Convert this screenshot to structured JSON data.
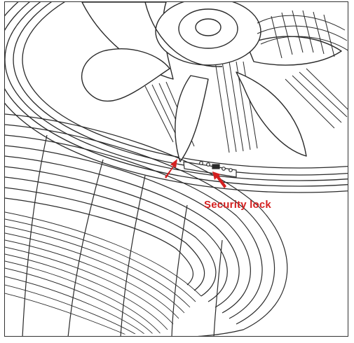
{
  "annotation": {
    "text": "Security lock",
    "color": "#d42020"
  },
  "icons": [
    "arrow-left-marker",
    "arrow-security-lock"
  ],
  "colors": {
    "line": "#2a2a2a",
    "arrow": "#d42020",
    "background": "#ffffff"
  }
}
